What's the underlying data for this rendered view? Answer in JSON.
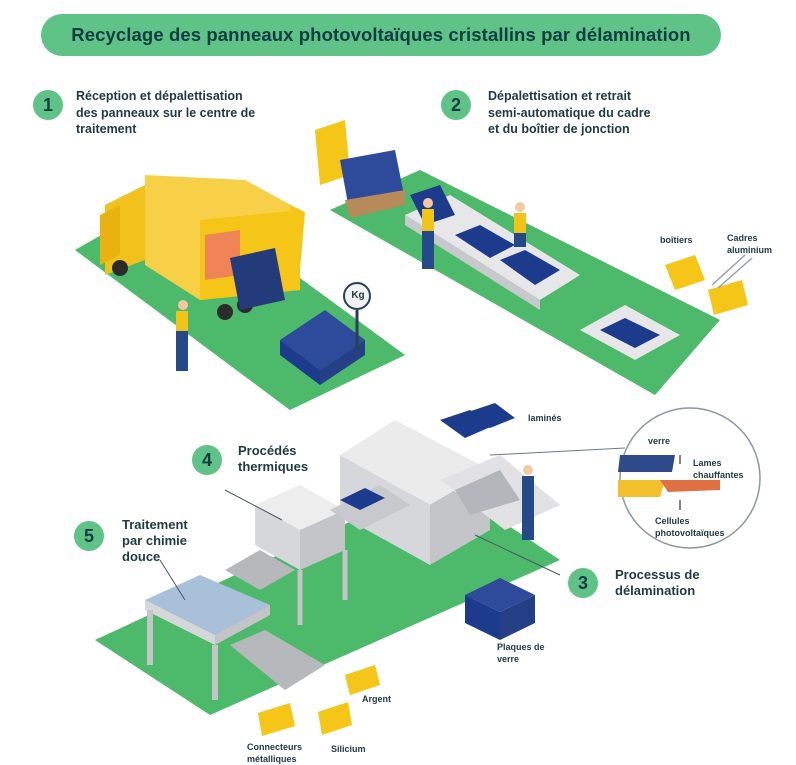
{
  "title": "Recyclage des panneaux photovoltaïques cristallins par délamination",
  "steps": [
    {
      "number": "1",
      "text": "Réception et dépalettisation des panneaux sur le centre de traitement"
    },
    {
      "number": "2",
      "text": "Dépalettisation et retrait semi-automatique du cadre et du boîtier de jonction"
    },
    {
      "number": "3",
      "text": "Processus de délamination"
    },
    {
      "number": "4",
      "text": "Procédés thermiques"
    },
    {
      "number": "5",
      "text": "Traitement par chimie douce"
    }
  ],
  "labels": {
    "scale": "Kg",
    "boitiers": "boîtiers",
    "cadres": "Cadres aluminium",
    "lamines": "laminés",
    "verre": "verre",
    "lames": "Lames chauffantes",
    "cellules": "Cellules photovoltaïques",
    "plaques": "Plaques de verre",
    "argent": "Argent",
    "silicium": "Silicium",
    "connecteurs": "Connecteurs métalliques"
  },
  "colors": {
    "accent_green": "#5fc387",
    "floor_green": "#4cb96b",
    "title_text": "#0f3d42",
    "panel_blue": "#1d3b8c",
    "truck_yellow": "#f5c518",
    "machine_grey": "#d9dadc"
  }
}
